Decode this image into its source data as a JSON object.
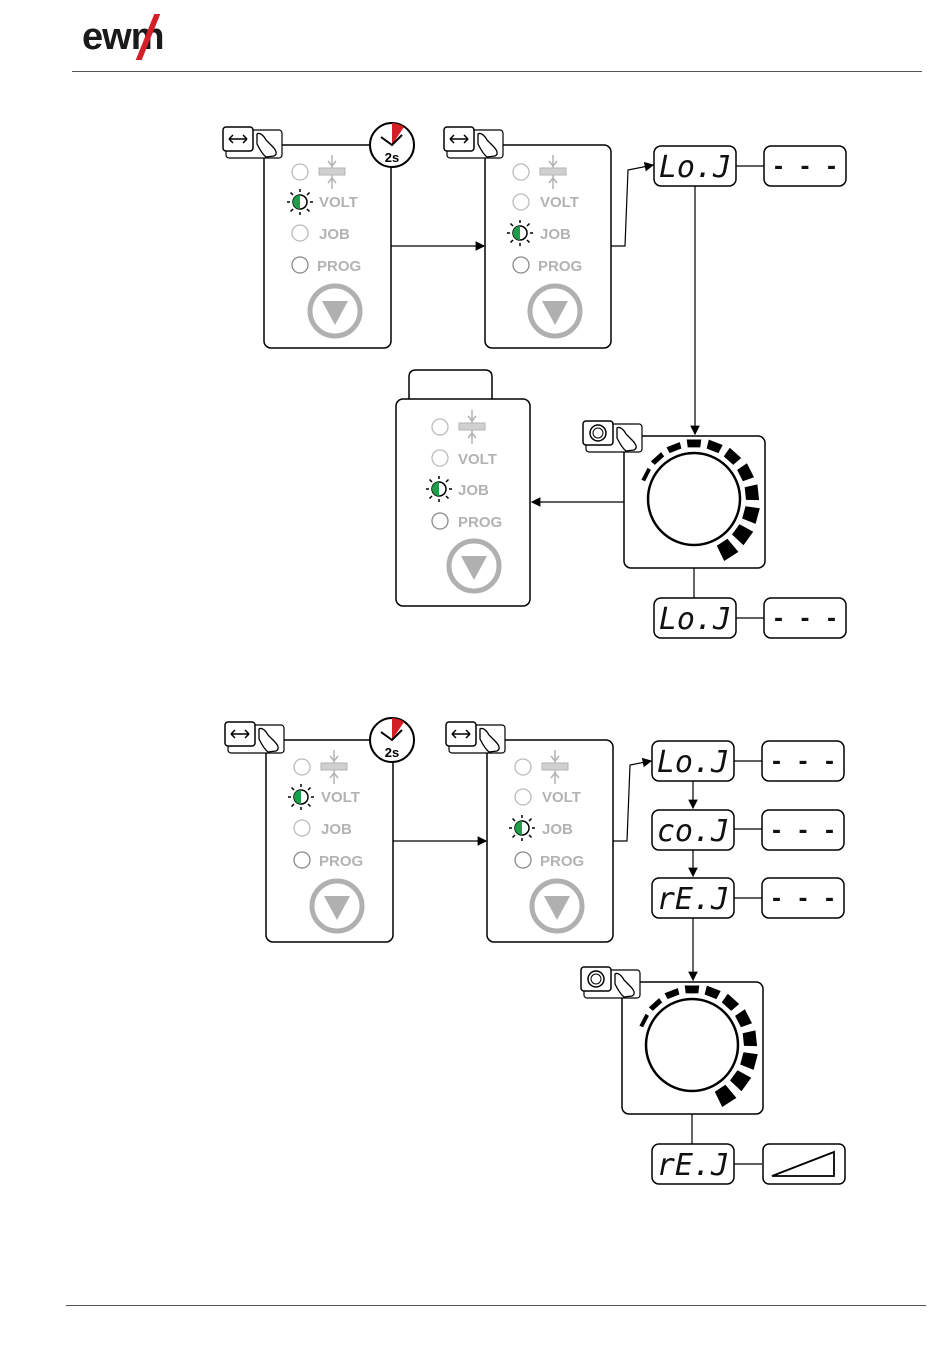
{
  "brand": {
    "logo": "ewm",
    "accent_color": "#d41f26"
  },
  "panel_labels": {
    "volt": "VOLT",
    "job": "JOB",
    "prog": "PROG"
  },
  "timer_label": "2s",
  "displays": {
    "low": "Lo.J",
    "cow": "co.J",
    "rew": "rE.J",
    "placeholder": "- - -"
  },
  "icons": {
    "mode_button": "arrow-lr-hand-icon",
    "rotary_button": "rotate-hand-icon",
    "timer": "timer-2s-icon",
    "down_button": "triangle-down-icon",
    "ramp": "ramp-icon",
    "led_active": "led-blinking-icon",
    "led_off": "led-off-icon"
  },
  "colors": {
    "led_active": "#1e9e4a",
    "label_gray": "#b3b3b3",
    "button_gray": "#b0b0b0"
  }
}
